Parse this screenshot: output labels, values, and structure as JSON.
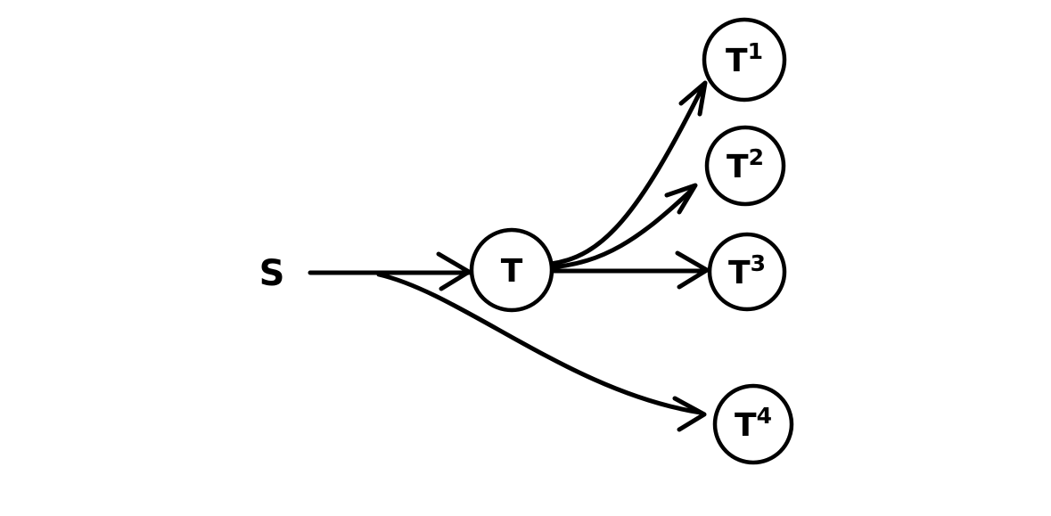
{
  "diagram": {
    "title": "S to T branching diagram",
    "background_color": "#ffffff",
    "stroke_color": "#000000",
    "nodes": {
      "s": {
        "label": "S"
      },
      "t": {
        "label": "T"
      },
      "t1": {
        "base": "T",
        "sup": "1"
      },
      "t2": {
        "base": "T",
        "sup": "2"
      },
      "t3": {
        "base": "T",
        "sup": "3"
      },
      "t4": {
        "base": "T",
        "sup": "4"
      }
    },
    "edges": [
      {
        "from": "S",
        "to": "T"
      },
      {
        "from": "T",
        "to": "T1"
      },
      {
        "from": "T",
        "to": "T2"
      },
      {
        "from": "T",
        "to": "T3"
      },
      {
        "from": "S",
        "to": "T4"
      }
    ]
  }
}
